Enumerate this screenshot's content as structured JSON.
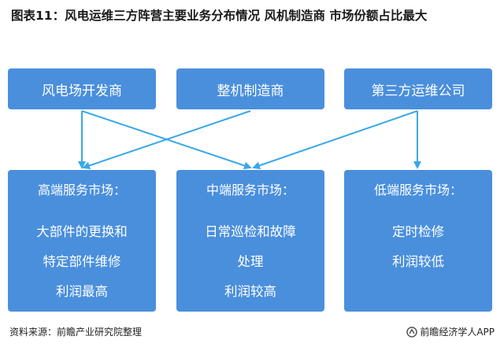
{
  "title": "图表11：风电运维三方阵营主要业务分布情况 风机制造商 市场份额占比最大",
  "sources": [
    {
      "label": "风电场开发商"
    },
    {
      "label": "整机制造商"
    },
    {
      "label": "第三方运维公司"
    }
  ],
  "markets": [
    {
      "title": "高端服务市场：",
      "lines": [
        "大部件的更换和",
        "特定部件维修",
        "利润最高"
      ]
    },
    {
      "title": "中端服务市场：",
      "lines": [
        "日常巡检和故障",
        "处理",
        "利润较高"
      ]
    },
    {
      "title": "低端服务市场：",
      "lines": [
        "定时检修",
        "利润较低"
      ]
    }
  ],
  "footer": {
    "source": "资料来源：前瞻产业研究院整理",
    "brand": "前瞻经济学人APP"
  },
  "colors": {
    "box": "#4a8fdc",
    "arrow": "#3aa8e6"
  }
}
